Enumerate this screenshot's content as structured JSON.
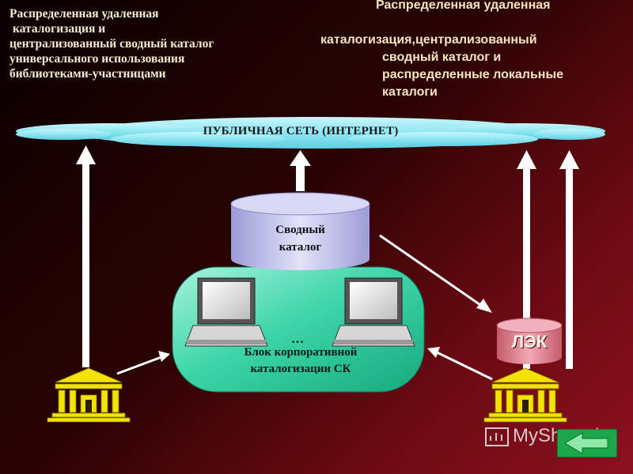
{
  "left_title": {
    "lines": [
      "Распределенная удаленная",
      " каталогизация и",
      "централизованный сводный каталог",
      "универсального использования",
      "библиотеками-участницами"
    ]
  },
  "right_title": {
    "lines": [
      "Распределенная удаленная",
      "каталогизация,централизованный",
      "сводный каталог и",
      "распределенные локальные",
      "каталоги"
    ]
  },
  "cloud": {
    "label": "ПУБЛИЧНАЯ СЕТЬ (ИНТЕРНЕТ)"
  },
  "database": {
    "line1": "Сводный",
    "line2": "каталог"
  },
  "block": {
    "dots": "…",
    "line1": "Блок корпоративной",
    "line2": "каталогизации СК"
  },
  "lek": {
    "label": "ЛЭК"
  },
  "watermark": {
    "text": "MyShared"
  },
  "colors": {
    "cloud": "#8fe6f2",
    "block_fill": "#2ecfa4",
    "db_fill": "#c8c8f0",
    "lek_fill": "#e88a98",
    "building": "#f0e000",
    "arrow": "#ffffff",
    "nav_button": "#1aa84a"
  }
}
